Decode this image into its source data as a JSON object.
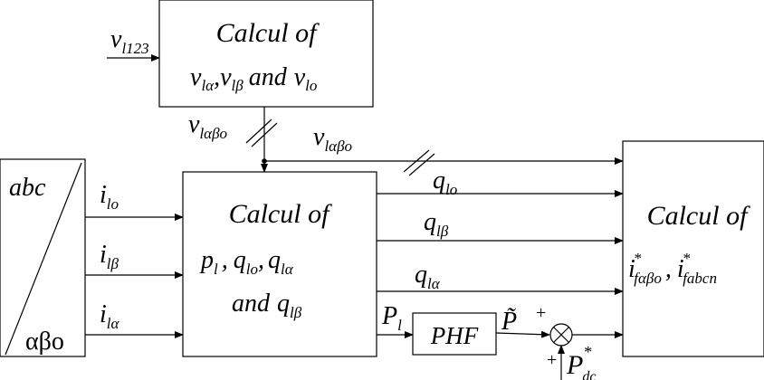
{
  "top_block": {
    "line1": "Calcul of",
    "line2_vla": "v",
    "line2_vla_sub": "lα",
    "line2_vlb": "v",
    "line2_vlb_sub": "lβ",
    "line2_and": "and",
    "line2_vlo": "v",
    "line2_vlo_sub": "lo"
  },
  "input_v": {
    "sym": "v",
    "sub": "l123"
  },
  "transform_block": {
    "top": "abc",
    "bottom": "αβo"
  },
  "left_inputs": [
    {
      "sym": "i",
      "sub": "lo"
    },
    {
      "sym": "i",
      "sub": "lβ"
    },
    {
      "sym": "i",
      "sub": "lα"
    }
  ],
  "bus_label_1": {
    "sym": "v",
    "sub": "lαβo"
  },
  "bus_label_2": {
    "sym": "v",
    "sub": "lαβo"
  },
  "center_block": {
    "line1": "Calcul of",
    "line2": {
      "p": "p",
      "p_sub": "l",
      "q": "q",
      "qo_sub": "lo",
      "qa_sub": "lα"
    },
    "line3": {
      "and": "and",
      "q": "q",
      "q_sub": "lβ"
    }
  },
  "outputs": [
    {
      "sym": "q",
      "sub": "lo"
    },
    {
      "sym": "q",
      "sub": "lβ"
    },
    {
      "sym": "q",
      "sub": "lα"
    }
  ],
  "pl_label": {
    "sym": "P",
    "sub": "l"
  },
  "phf_block": {
    "label": "PHF"
  },
  "p_tilde": {
    "sym": "P̃"
  },
  "sum": {
    "plus_top": "+",
    "plus_bottom": "+"
  },
  "pdc": {
    "sym": "P",
    "sup": "*",
    "sub": "dc"
  },
  "right_block": {
    "line1": "Calcul of",
    "i1": {
      "sym": "i",
      "sup": "*",
      "sub": "fαβo"
    },
    "i2": {
      "sym": "i",
      "sup": "*",
      "sub": "fabcn"
    },
    "comma": ","
  }
}
